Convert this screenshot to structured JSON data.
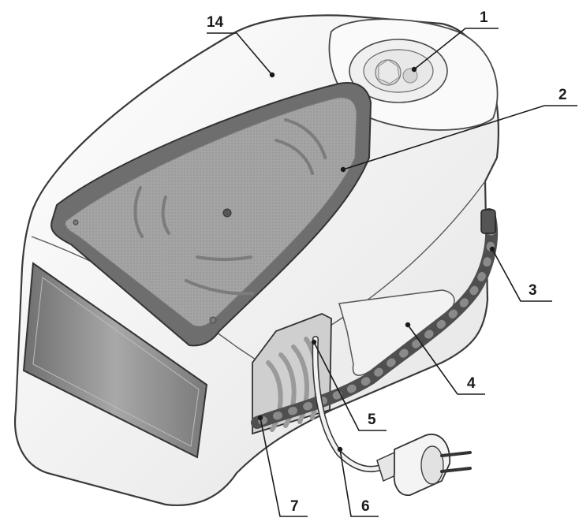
{
  "diagram": {
    "callouts": [
      {
        "id": "c1",
        "label": "1"
      },
      {
        "id": "c2",
        "label": "2"
      },
      {
        "id": "c3",
        "label": "3"
      },
      {
        "id": "c4",
        "label": "4"
      },
      {
        "id": "c5",
        "label": "5"
      },
      {
        "id": "c6",
        "label": "6"
      },
      {
        "id": "c7",
        "label": "7"
      },
      {
        "id": "c14",
        "label": "14"
      }
    ]
  },
  "colors": {
    "outline": "#3a3a3a",
    "body": "#f7f7f7",
    "soleplate": "#9a9a9a",
    "soleplate_rim": "#6e6e6e",
    "window": "#8a8a8a",
    "hose": "#5a5a5a",
    "cord": "#eeeeee"
  }
}
